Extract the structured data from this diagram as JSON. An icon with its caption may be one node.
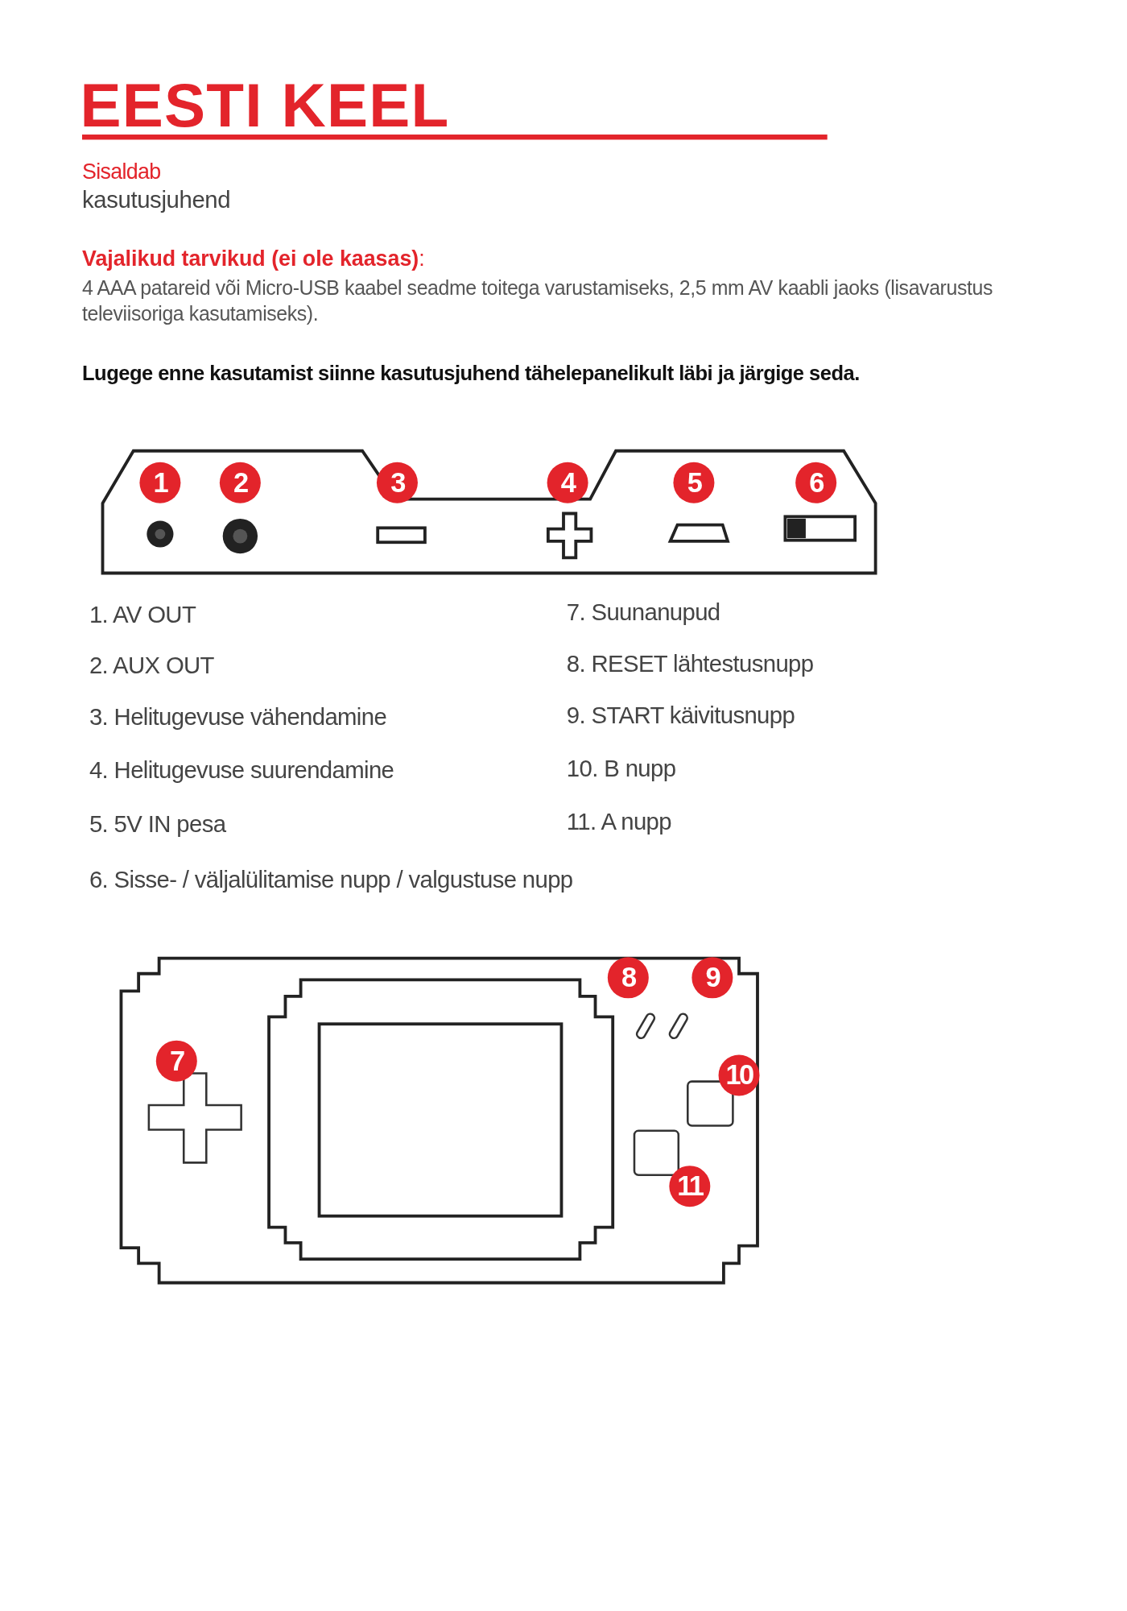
{
  "diagram": {
    "title": "EESTI KEEL",
    "labels": [
      "Sisaldab",
      "kasutusjuhend",
      "**Vajalikud tarvikud (ei ole kaasas)**:",
      "4 AAA patareid või Micro-USB kaabel seadme toitega varustamiseks, 2,5 mm AV kaabli jaoks (lisavarustus televiisoriga kasutamiseks).",
      "Lugege enne kasutamist siinne kasutusjuhend tähelepanelikult läbi ja järgige seda.",
      "1",
      "2",
      "3",
      "4",
      "5",
      "6",
      "1. AV OUT",
      "7. Suunanupud",
      "2. AUX OUT",
      "8. RESET lähtestusnupp",
      "3. Helitugevuse vähendamine",
      "9. START käivitusnupp",
      "4. Helitugevuse suurendamine",
      "10. B nupp",
      "5. 5V IN pesa",
      "11. A nupp",
      "6. Sisse- / väljalülitamise nupp / valgustuse nupp",
      "7",
      "8",
      "9",
      "10",
      "11"
    ]
  }
}
